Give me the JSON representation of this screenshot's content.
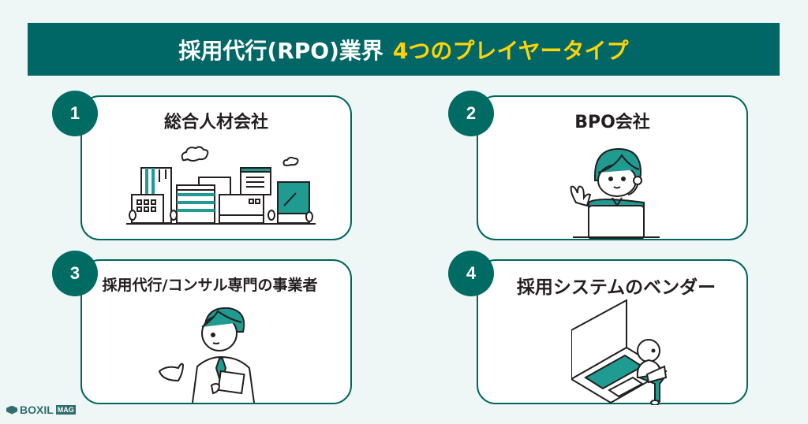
{
  "header": {
    "title_main": "採用代行(RPO)業界",
    "title_highlight": "4つのプレイヤータイプ"
  },
  "cards": [
    {
      "number": "1",
      "title": "総合人材会社",
      "illustration": "city-buildings-icon"
    },
    {
      "number": "2",
      "title": "BPO会社",
      "illustration": "operator-headset-icon"
    },
    {
      "number": "3",
      "title": "採用代行/コンサル専門の事業者",
      "illustration": "consultant-man-icon"
    },
    {
      "number": "4",
      "title": "採用システムのベンダー",
      "illustration": "laptop-user-icon"
    }
  ],
  "logo": {
    "name": "BOXIL",
    "suffix": "MAG"
  },
  "colors": {
    "primary": "#006666",
    "accent_teal": "#1f9b91",
    "highlight": "#ffd400",
    "background": "#eef6f6"
  }
}
